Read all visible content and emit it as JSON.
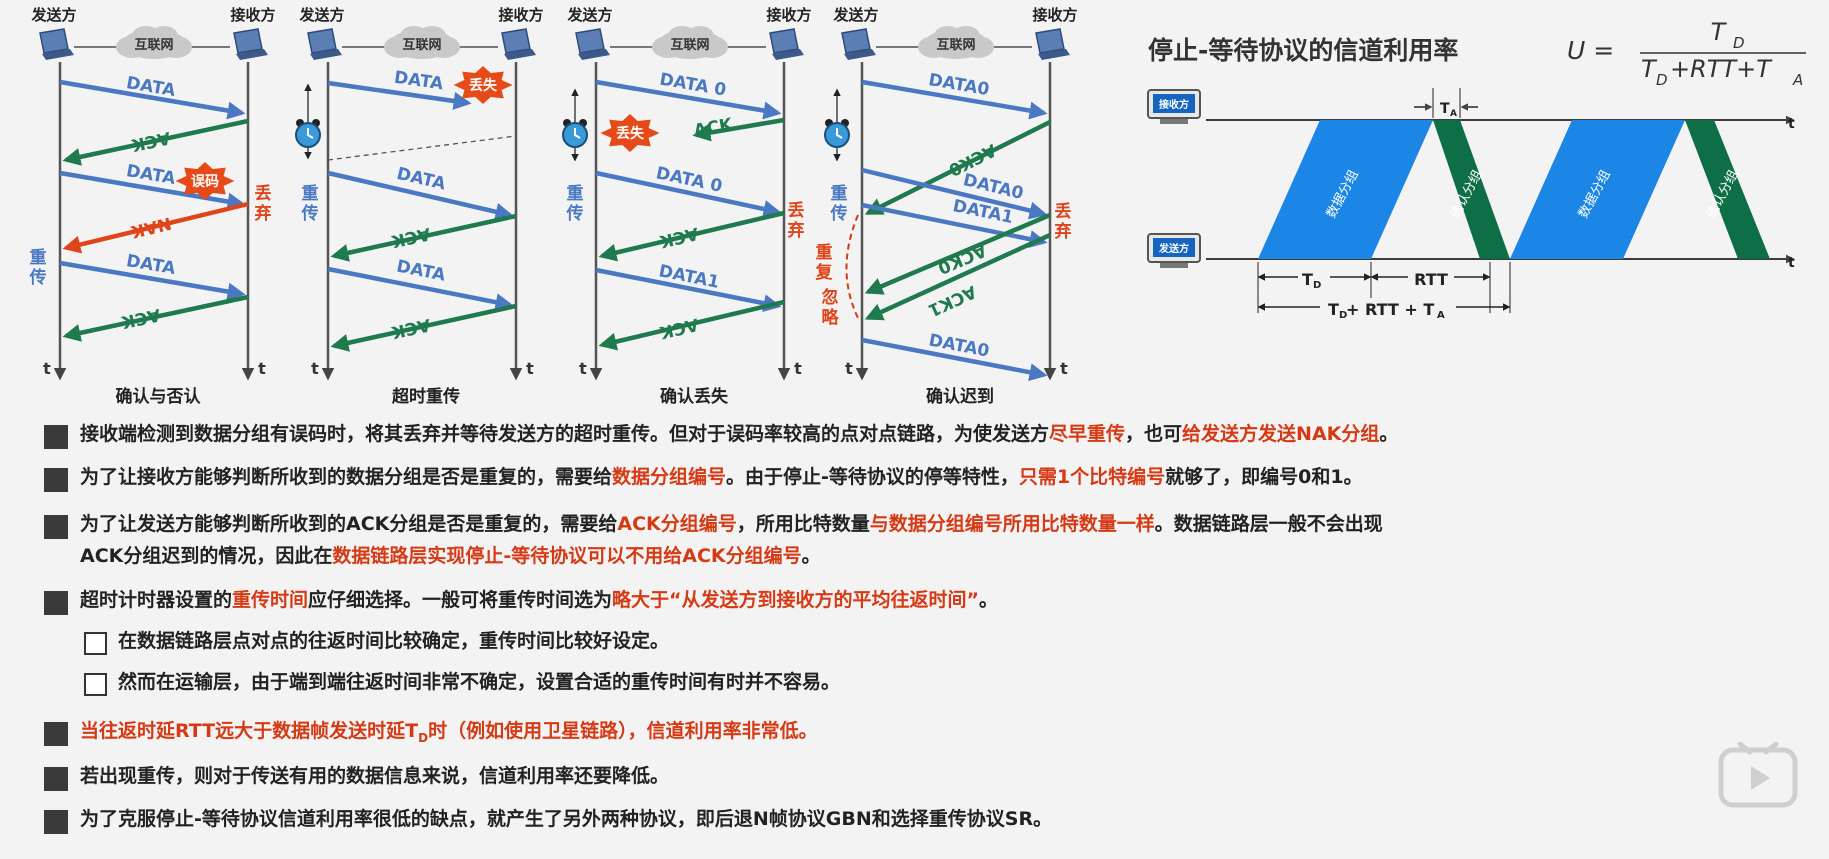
{
  "common": {
    "sender": "发送方",
    "receiver": "接收方",
    "internet": "互联网",
    "t": "t"
  },
  "diagrams": {
    "d1": {
      "caption": "确认与否认",
      "data": "DATA",
      "ack": "ACK",
      "nak": "NAK",
      "err": "误码",
      "discard": "丢弃",
      "resend": "重传"
    },
    "d2": {
      "caption": "超时重传",
      "data": "DATA",
      "ack": "ACK",
      "lost": "丢失",
      "resend": "重传"
    },
    "d3": {
      "caption": "确认丢失",
      "data0": "DATA 0",
      "data1": "DATA1",
      "ack": "ACK",
      "lost": "丢失",
      "discard": "丢弃",
      "resend": "重传"
    },
    "d4": {
      "caption": "确认迟到",
      "data0": "DATA0",
      "data1": "DATA1",
      "ack0": "ACK0",
      "ack1": "ACK1",
      "discard": "丢弃",
      "resend": "重传",
      "dup_ignore": "重复忽略"
    }
  },
  "utilization": {
    "title": "停止-等待协议的信道利用率",
    "formula_lhs": "U =",
    "formula_num": "T",
    "formula_num_sub": "D",
    "formula_den": "T",
    "formula_den_rest": "+RTT+T",
    "sub_d": "D",
    "sub_a": "A",
    "receiver_label": "接收方",
    "sender_label": "发送方",
    "data_packet": "数据分组",
    "ack_packet": "确认分组",
    "ta": "T",
    "td": "T",
    "rtt": "RTT",
    "total_mid": " + RTT + T",
    "t": "t"
  },
  "bullets": [
    {
      "parts": [
        {
          "t": "接收端检测到数据分组有误码时，将其丢弃并等待发送方的超时重传。但对于误码率较高的点对点链路，为使发送方"
        },
        {
          "t": "尽早重传",
          "r": 1
        },
        {
          "t": "，也可"
        },
        {
          "t": "给发送方发送NAK分组",
          "r": 1
        },
        {
          "t": "。"
        }
      ]
    },
    {
      "parts": [
        {
          "t": "为了让接收方能够判断所收到的数据分组是否是重复的，需要给"
        },
        {
          "t": "数据分组编号",
          "r": 1
        },
        {
          "t": "。由于停止-等待协议的停等特性，"
        },
        {
          "t": "只需1个比特编号",
          "r": 1
        },
        {
          "t": "就够了，即编号0和1。"
        }
      ]
    },
    {
      "parts": [
        {
          "t": "为了让发送方能够判断所收到的ACK分组是否是重复的，需要给"
        },
        {
          "t": "ACK分组编号",
          "r": 1
        },
        {
          "t": "，所用比特数量"
        },
        {
          "t": "与数据分组编号所用比特数量一样",
          "r": 1
        },
        {
          "t": "。数据链路层一般不会出现"
        }
      ]
    },
    {
      "parts": [
        {
          "t": "ACK分组迟到的情况，因此在"
        },
        {
          "t": "数据链路层实现停止-等待协议可以不用给ACK分组编号",
          "r": 1
        },
        {
          "t": "。"
        }
      ]
    },
    {
      "parts": [
        {
          "t": "超时计时器设置的"
        },
        {
          "t": "重传时间",
          "r": 1
        },
        {
          "t": "应仔细选择。一般可将重传时间选为"
        },
        {
          "t": "略大于“从发送方到接收方的平均往返时间”",
          "r": 1
        },
        {
          "t": "。"
        }
      ]
    },
    {
      "parts": [
        {
          "t": "在数据链路层点对点的往返时间比较确定，重传时间比较好设定。"
        }
      ]
    },
    {
      "parts": [
        {
          "t": "然而在运输层，由于端到端往返时间非常不确定，设置合适的重传时间有时并不容易。"
        }
      ]
    },
    {
      "parts": [
        {
          "t": "当往返时延RTT远大于数据帧发送时延T",
          "r": 1
        },
        {
          "t": "D",
          "r": 1,
          "sub": 1
        },
        {
          "t": "时（例如使用卫星链路），信道利用率非常低。",
          "r": 1
        }
      ]
    },
    {
      "parts": [
        {
          "t": "若出现重传，则对于传送有用的数据信息来说，信道利用率还要降低。"
        }
      ]
    },
    {
      "parts": [
        {
          "t": "为了克服停止-等待协议信道利用率很低的缺点，就产生了另外两种协议，即后退N帧协议GBN和选择重传协议SR。"
        }
      ]
    }
  ],
  "colors": {
    "blue": "#4a78c2",
    "green": "#1f7a4d",
    "red": "#e0441a",
    "bullet": "#3a3a3a",
    "text": "#222222",
    "hl": "#d63a14",
    "packet_blue": "#1c86e6",
    "packet_green": "#0e6e45"
  }
}
